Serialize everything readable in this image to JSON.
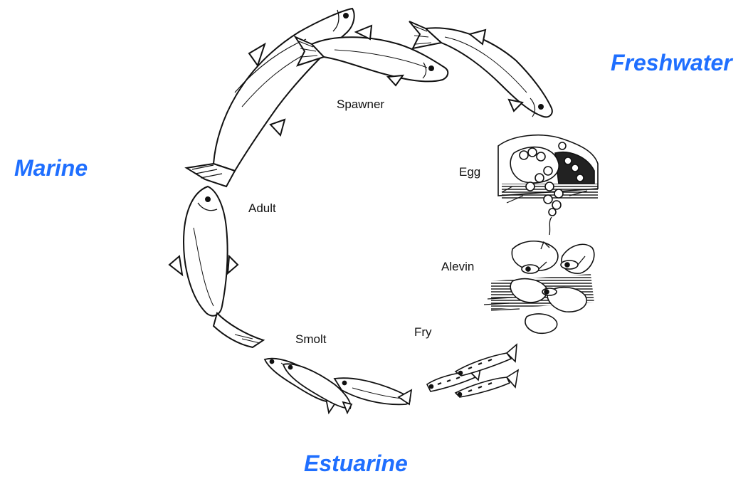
{
  "habitats": {
    "freshwater": "Freshwater",
    "marine": "Marine",
    "estuarine": "Estuarine"
  },
  "stages": {
    "spawner": "Spawner",
    "egg": "Egg",
    "alevin": "Alevin",
    "fry": "Fry",
    "smolt": "Smolt",
    "adult": "Adult"
  },
  "colors": {
    "habitat_label": "#1f6fff",
    "line_art": "#111111",
    "background": "#ffffff"
  }
}
